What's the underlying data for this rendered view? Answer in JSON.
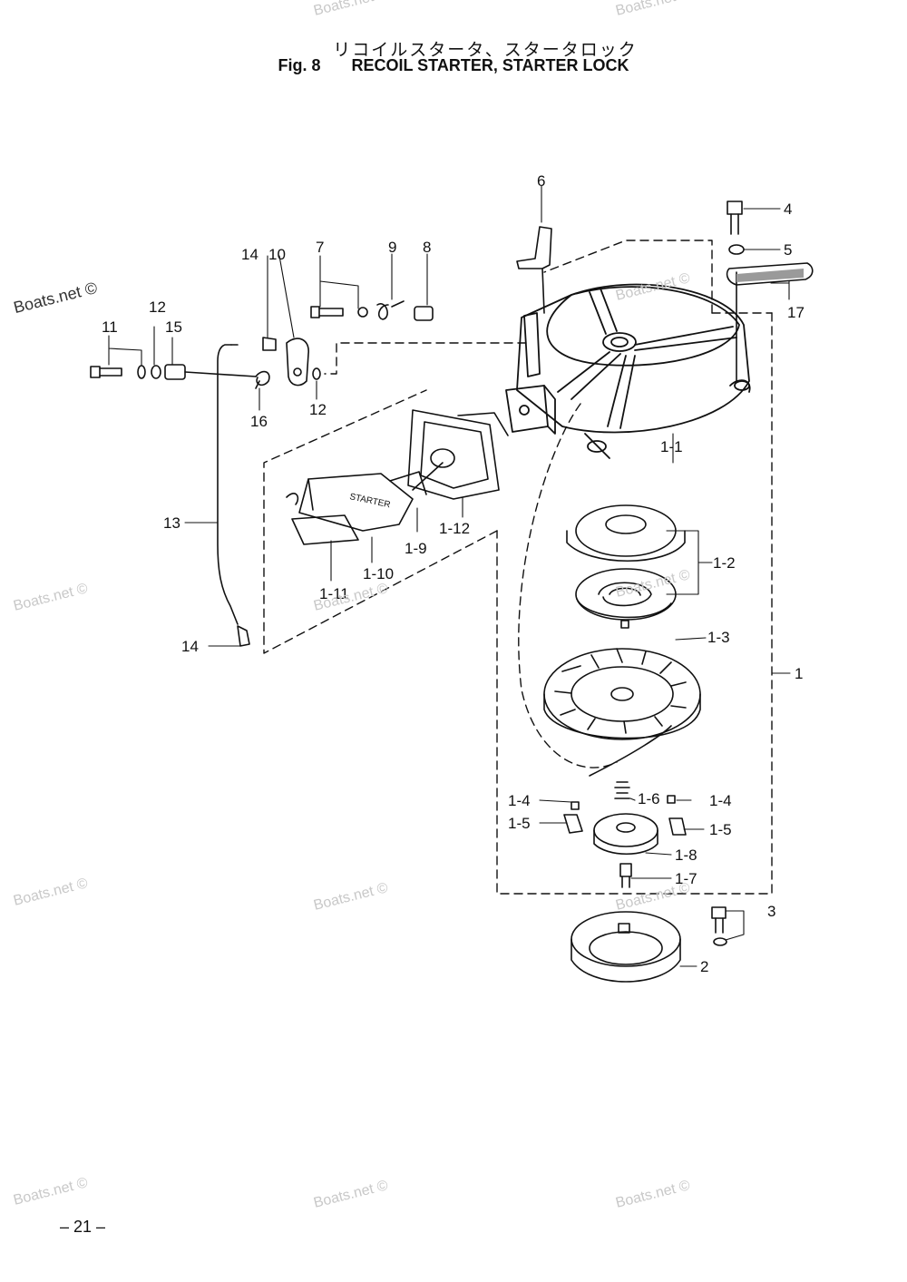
{
  "header": {
    "title_jp": "リコイルスタータ、スタータロック",
    "fig_label": "Fig. 8",
    "title_en": "RECOIL STARTER, STARTER LOCK"
  },
  "callouts": {
    "p1": "1",
    "p1_1": "1-1",
    "p1_2": "1-2",
    "p1_3": "1-3",
    "p1_4a": "1-4",
    "p1_4b": "1-4",
    "p1_5a": "1-5",
    "p1_5b": "1-5",
    "p1_6": "1-6",
    "p1_7": "1-7",
    "p1_8": "1-8",
    "p1_9": "1-9",
    "p1_10": "1-10",
    "p1_11": "1-11",
    "p1_12": "1-12",
    "p2": "2",
    "p3": "3",
    "p4": "4",
    "p5": "5",
    "p6": "6",
    "p7": "7",
    "p8": "8",
    "p9": "9",
    "p10": "10",
    "p11": "11",
    "p12a": "12",
    "p12b": "12",
    "p13": "13",
    "p14a": "14",
    "p14b": "14",
    "p15": "15",
    "p16": "16",
    "p17": "17"
  },
  "handle_text": "STARTER",
  "watermark": "Boats.net ©",
  "page_number": "– 21 –"
}
